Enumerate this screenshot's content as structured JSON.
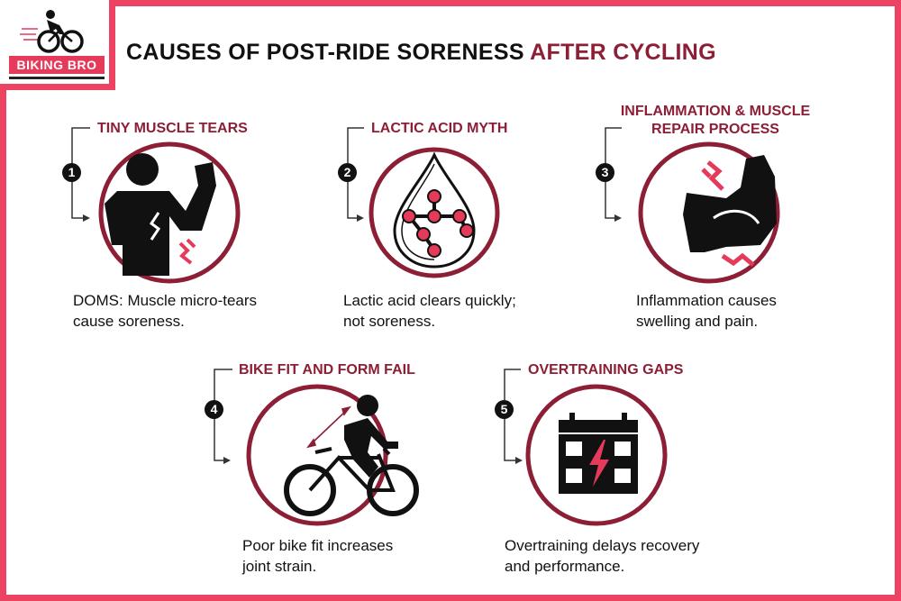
{
  "logo": {
    "brand": "BIKING BRO",
    "icon": "cyclist-logo-icon"
  },
  "title": {
    "main": "CAUSES OF POST-RIDE SORENESS",
    "accent": "AFTER CYCLING"
  },
  "items": [
    {
      "number": "1",
      "heading": "TINY MUSCLE TEARS",
      "desc_line1": "DOMS: Muscle micro-tears",
      "desc_line2": "cause soreness.",
      "icon": "flexing-person-icon"
    },
    {
      "number": "2",
      "heading": "LACTIC ACID MYTH",
      "desc_line1": "Lactic acid clears quickly;",
      "desc_line2": "not soreness.",
      "icon": "molecule-drop-icon"
    },
    {
      "number": "3",
      "heading_line1": "INFLAMMATION & MUSCLE",
      "heading_line2": "REPAIR PROCESS",
      "desc_line1": "Inflammation causes",
      "desc_line2": "swelling and pain.",
      "icon": "flexed-arm-icon"
    },
    {
      "number": "4",
      "heading": "BIKE FIT AND FORM FAIL",
      "desc_line1": "Poor bike fit increases",
      "desc_line2": "joint strain.",
      "icon": "cyclist-icon"
    },
    {
      "number": "5",
      "heading": "OVERTRAINING GAPS",
      "desc_line1": "Overtraining delays recovery",
      "desc_line2": "and performance.",
      "icon": "calendar-bolt-icon"
    }
  ],
  "colors": {
    "border": "#ee4262",
    "accent": "#8c1e35",
    "circle": "#8c1e35",
    "pain": "#e63a5a"
  }
}
